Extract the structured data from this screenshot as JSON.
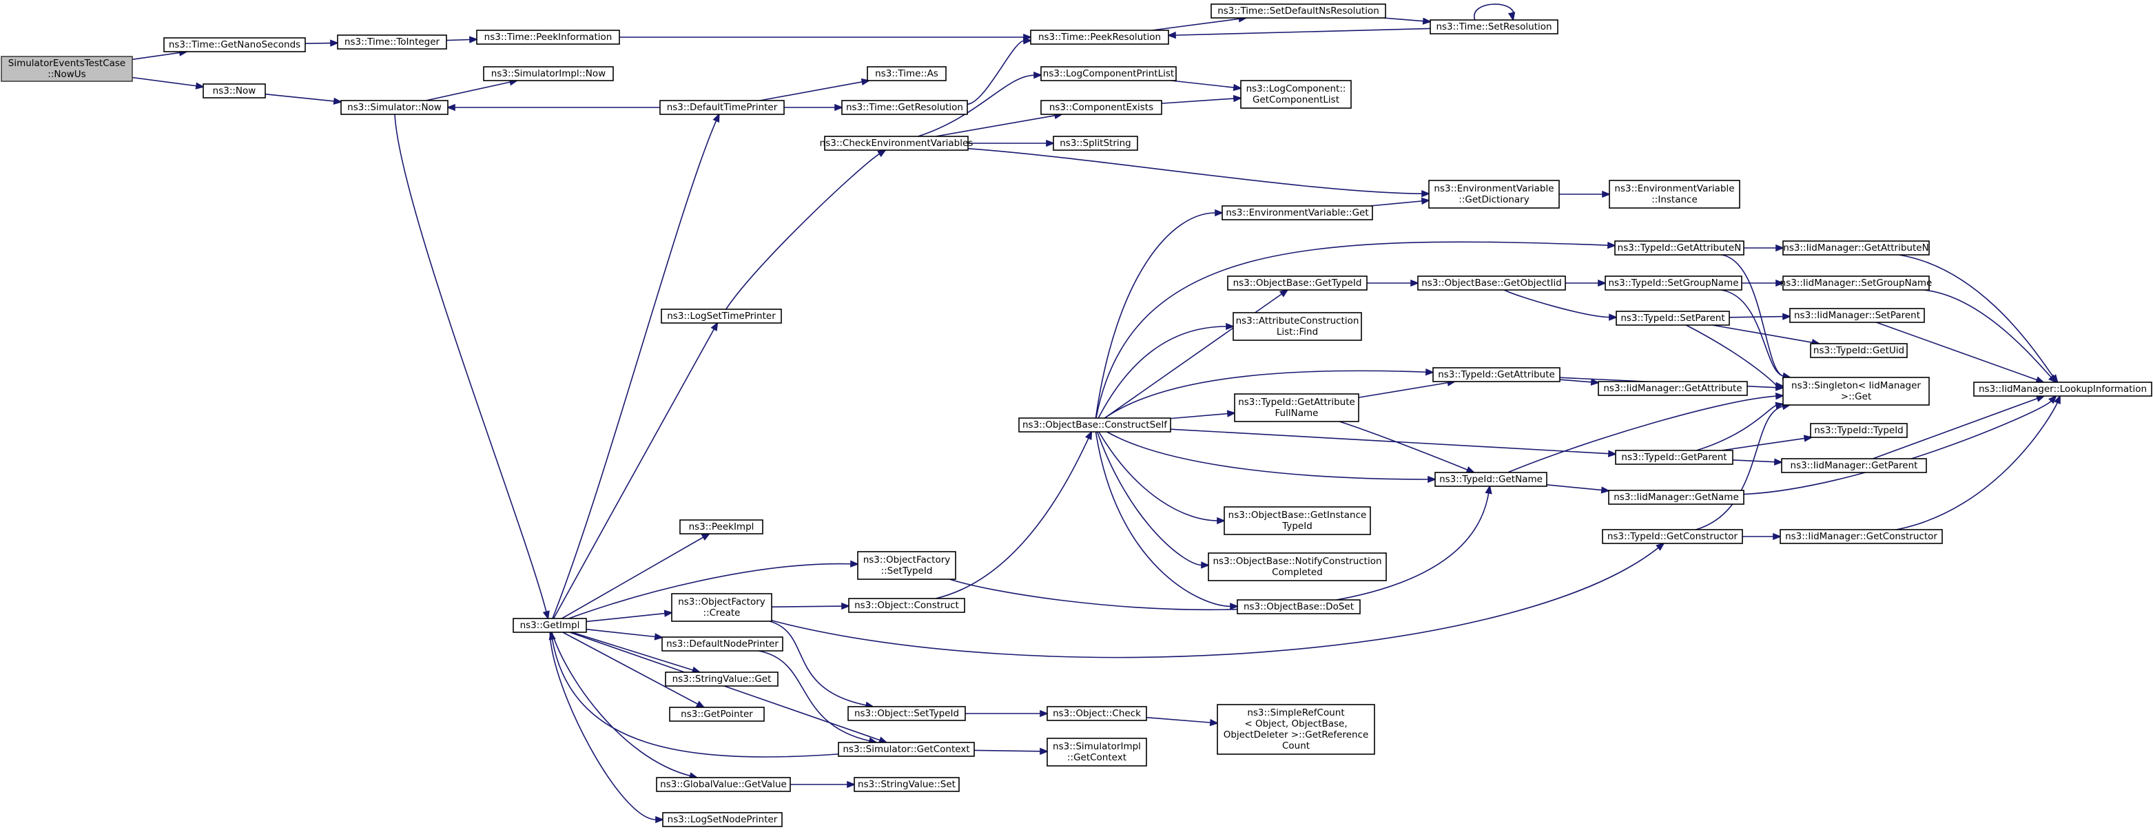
{
  "graph": {
    "nodes": [
      {
        "id": "root",
        "lines": [
          "SimulatorEventsTestCase",
          "::NowUs"
        ]
      },
      {
        "id": "getnanoseconds",
        "lines": [
          "ns3::Time::GetNanoSeconds"
        ]
      },
      {
        "id": "now",
        "lines": [
          "ns3::Now"
        ]
      },
      {
        "id": "tointeger",
        "lines": [
          "ns3::Time::ToInteger"
        ]
      },
      {
        "id": "peekinformation",
        "lines": [
          "ns3::Time::PeekInformation"
        ]
      },
      {
        "id": "peekresolution",
        "lines": [
          "ns3::Time::PeekResolution"
        ]
      },
      {
        "id": "setdefaultnsres",
        "lines": [
          "ns3::Time::SetDefaultNsResolution"
        ]
      },
      {
        "id": "setresolution",
        "lines": [
          "ns3::Time::SetResolution"
        ]
      },
      {
        "id": "simimplnow",
        "lines": [
          "ns3::SimulatorImpl::Now"
        ]
      },
      {
        "id": "simulatornow",
        "lines": [
          "ns3::Simulator::Now"
        ]
      },
      {
        "id": "defaulttimeprinter",
        "lines": [
          "ns3::DefaultTimePrinter"
        ]
      },
      {
        "id": "timeas",
        "lines": [
          "ns3::Time::As"
        ]
      },
      {
        "id": "getresolution",
        "lines": [
          "ns3::Time::GetResolution"
        ]
      },
      {
        "id": "logcompprintlist",
        "lines": [
          "ns3::LogComponentPrintList"
        ]
      },
      {
        "id": "logcompgetlist",
        "lines": [
          "ns3::LogComponent::",
          "GetComponentList"
        ]
      },
      {
        "id": "componentexists",
        "lines": [
          "ns3::ComponentExists"
        ]
      },
      {
        "id": "checkenvvars",
        "lines": [
          "ns3::CheckEnvironmentVariables"
        ]
      },
      {
        "id": "splitstring",
        "lines": [
          "ns3::SplitString"
        ]
      },
      {
        "id": "envvarget",
        "lines": [
          "ns3::EnvironmentVariable::Get"
        ]
      },
      {
        "id": "envvargetdict",
        "lines": [
          "ns3::EnvironmentVariable",
          "::GetDictionary"
        ]
      },
      {
        "id": "envvarinstance",
        "lines": [
          "ns3::EnvironmentVariable",
          "::Instance"
        ]
      },
      {
        "id": "typeidgetattrn",
        "lines": [
          "ns3::TypeId::GetAttributeN"
        ]
      },
      {
        "id": "iidgetattrn",
        "lines": [
          "ns3::IidManager::GetAttributeN"
        ]
      },
      {
        "id": "objbasegettypeid",
        "lines": [
          "ns3::ObjectBase::GetTypeId"
        ]
      },
      {
        "id": "objbasegetobjtid",
        "lines": [
          "ns3::ObjectBase::GetObjectIid"
        ]
      },
      {
        "id": "typeidsetgroup",
        "lines": [
          "ns3::TypeId::SetGroupName"
        ]
      },
      {
        "id": "iidsetgroup",
        "lines": [
          "ns3::IidManager::SetGroupName"
        ]
      },
      {
        "id": "attrconstrfind",
        "lines": [
          "ns3::AttributeConstruction",
          "List::Find"
        ]
      },
      {
        "id": "typeidsetparent",
        "lines": [
          "ns3::TypeId::SetParent"
        ]
      },
      {
        "id": "iidsetparent",
        "lines": [
          "ns3::IidManager::SetParent"
        ]
      },
      {
        "id": "typeidgetuid",
        "lines": [
          "ns3::TypeId::GetUid"
        ]
      },
      {
        "id": "logsettimeprinter",
        "lines": [
          "ns3::LogSetTimePrinter"
        ]
      },
      {
        "id": "typeidgetattr",
        "lines": [
          "ns3::TypeId::GetAttribute"
        ]
      },
      {
        "id": "iidgetattr",
        "lines": [
          "ns3::IidManager::GetAttribute"
        ]
      },
      {
        "id": "singletonget",
        "lines": [
          "ns3::Singleton< IidManager",
          ">::Get"
        ]
      },
      {
        "id": "lookupinfo",
        "lines": [
          "ns3::IidManager::LookupInformation"
        ]
      },
      {
        "id": "typeidgetattrfull",
        "lines": [
          "ns3::TypeId::GetAttribute",
          "FullName"
        ]
      },
      {
        "id": "constructself",
        "lines": [
          "ns3::ObjectBase::ConstructSelf"
        ]
      },
      {
        "id": "typeidgetparent",
        "lines": [
          "ns3::TypeId::GetParent"
        ]
      },
      {
        "id": "typeidtypeid",
        "lines": [
          "ns3::TypeId::TypeId"
        ]
      },
      {
        "id": "iidgetparent",
        "lines": [
          "ns3::IidManager::GetParent"
        ]
      },
      {
        "id": "typeidgetname",
        "lines": [
          "ns3::TypeId::GetName"
        ]
      },
      {
        "id": "iidgetname",
        "lines": [
          "ns3::IidManager::GetName"
        ]
      },
      {
        "id": "objbasegetinst",
        "lines": [
          "ns3::ObjectBase::GetInstance",
          "TypeId"
        ]
      },
      {
        "id": "peekimpl",
        "lines": [
          "ns3::PeekImpl"
        ]
      },
      {
        "id": "typeidgetctor",
        "lines": [
          "ns3::TypeId::GetConstructor"
        ]
      },
      {
        "id": "iidgetctor",
        "lines": [
          "ns3::IidManager::GetConstructor"
        ]
      },
      {
        "id": "objfactsettypeid",
        "lines": [
          "ns3::ObjectFactory",
          "::SetTypeId"
        ]
      },
      {
        "id": "notifyconstr",
        "lines": [
          "ns3::ObjectBase::NotifyConstruction",
          "Completed"
        ]
      },
      {
        "id": "objfactcreate",
        "lines": [
          "ns3::ObjectFactory",
          "::Create"
        ]
      },
      {
        "id": "objectconstruct",
        "lines": [
          "ns3::Object::Construct"
        ]
      },
      {
        "id": "doset",
        "lines": [
          "ns3::ObjectBase::DoSet"
        ]
      },
      {
        "id": "getimpl",
        "lines": [
          "ns3::GetImpl"
        ]
      },
      {
        "id": "defaultnodeprinter",
        "lines": [
          "ns3::DefaultNodePrinter"
        ]
      },
      {
        "id": "stringvalueget",
        "lines": [
          "ns3::StringValue::Get"
        ]
      },
      {
        "id": "getpointer",
        "lines": [
          "ns3::GetPointer"
        ]
      },
      {
        "id": "objsettypeid",
        "lines": [
          "ns3::Object::SetTypeId"
        ]
      },
      {
        "id": "objcheck",
        "lines": [
          "ns3::Object::Check"
        ]
      },
      {
        "id": "simplerefcount",
        "lines": [
          "ns3::SimpleRefCount",
          "< Object, ObjectBase,",
          "ObjectDeleter >::GetReference",
          "Count"
        ]
      },
      {
        "id": "simgetcontext",
        "lines": [
          "ns3::Simulator::GetContext"
        ]
      },
      {
        "id": "simimplgetcontext",
        "lines": [
          "ns3::SimulatorImpl",
          "::GetContext"
        ]
      },
      {
        "id": "globalvalueget",
        "lines": [
          "ns3::GlobalValue::GetValue"
        ]
      },
      {
        "id": "stringvalueset",
        "lines": [
          "ns3::StringValue::Set"
        ]
      },
      {
        "id": "logsetnodeprinter",
        "lines": [
          "ns3::LogSetNodePrinter"
        ]
      }
    ],
    "edges": [
      [
        "root",
        "getnanoseconds"
      ],
      [
        "root",
        "now"
      ],
      [
        "getnanoseconds",
        "tointeger"
      ],
      [
        "tointeger",
        "peekinformation"
      ],
      [
        "peekinformation",
        "peekresolution"
      ],
      [
        "peekresolution",
        "setdefaultnsres"
      ],
      [
        "setdefaultnsres",
        "setresolution"
      ],
      [
        "setresolution",
        "peekresolution"
      ],
      [
        "setresolution",
        "setresolution"
      ],
      [
        "now",
        "simulatornow"
      ],
      [
        "simulatornow",
        "simimplnow"
      ],
      [
        "simulatornow",
        "getimpl"
      ],
      [
        "defaulttimeprinter",
        "simulatornow"
      ],
      [
        "defaulttimeprinter",
        "timeas"
      ],
      [
        "defaulttimeprinter",
        "getresolution"
      ],
      [
        "getresolution",
        "peekresolution"
      ],
      [
        "checkenvvars",
        "logcompprintlist"
      ],
      [
        "checkenvvars",
        "componentexists"
      ],
      [
        "checkenvvars",
        "splitstring"
      ],
      [
        "checkenvvars",
        "envvargetdict"
      ],
      [
        "logcompprintlist",
        "logcompgetlist"
      ],
      [
        "componentexists",
        "logcompgetlist"
      ],
      [
        "envvarget",
        "envvargetdict"
      ],
      [
        "envvargetdict",
        "envvarinstance"
      ],
      [
        "getimpl",
        "defaulttimeprinter"
      ],
      [
        "getimpl",
        "logsettimeprinter"
      ],
      [
        "getimpl",
        "peekimpl"
      ],
      [
        "getimpl",
        "objfactsettypeid"
      ],
      [
        "getimpl",
        "objfactcreate"
      ],
      [
        "getimpl",
        "defaultnodeprinter"
      ],
      [
        "getimpl",
        "stringvalueget"
      ],
      [
        "getimpl",
        "getpointer"
      ],
      [
        "getimpl",
        "simgetcontext"
      ],
      [
        "getimpl",
        "globalvalueget"
      ],
      [
        "getimpl",
        "logsetnodeprinter"
      ],
      [
        "logsettimeprinter",
        "checkenvvars"
      ],
      [
        "objfactsettypeid",
        "typeidgetname"
      ],
      [
        "objfactcreate",
        "objectconstruct"
      ],
      [
        "objfactcreate",
        "objsettypeid"
      ],
      [
        "objfactcreate",
        "typeidgetctor"
      ],
      [
        "objectconstruct",
        "constructself"
      ],
      [
        "constructself",
        "envvarget"
      ],
      [
        "constructself",
        "typeidgetattrn"
      ],
      [
        "constructself",
        "objbasegettypeid"
      ],
      [
        "constructself",
        "attrconstrfind"
      ],
      [
        "constructself",
        "typeidgetattr"
      ],
      [
        "constructself",
        "typeidgetattrfull"
      ],
      [
        "constructself",
        "typeidgetparent"
      ],
      [
        "constructself",
        "typeidgetname"
      ],
      [
        "constructself",
        "objbasegetinst"
      ],
      [
        "constructself",
        "notifyconstr"
      ],
      [
        "constructself",
        "doset"
      ],
      [
        "objbasegettypeid",
        "objbasegetobjtid"
      ],
      [
        "objbasegetobjtid",
        "typeidsetgroup"
      ],
      [
        "objbasegetobjtid",
        "typeidsetparent"
      ],
      [
        "typeidgetattrn",
        "iidgetattrn"
      ],
      [
        "typeidgetattrn",
        "singletonget"
      ],
      [
        "typeidsetgroup",
        "iidsetgroup"
      ],
      [
        "typeidsetgroup",
        "singletonget"
      ],
      [
        "typeidsetparent",
        "iidsetparent"
      ],
      [
        "typeidsetparent",
        "typeidgetuid"
      ],
      [
        "typeidsetparent",
        "singletonget"
      ],
      [
        "typeidgetattr",
        "iidgetattr"
      ],
      [
        "typeidgetattr",
        "singletonget"
      ],
      [
        "typeidgetattrfull",
        "typeidgetattr"
      ],
      [
        "typeidgetattrfull",
        "typeidgetname"
      ],
      [
        "typeidgetparent",
        "typeidtypeid"
      ],
      [
        "typeidgetparent",
        "iidgetparent"
      ],
      [
        "typeidgetparent",
        "singletonget"
      ],
      [
        "typeidgetname",
        "singletonget"
      ],
      [
        "typeidgetname",
        "iidgetname"
      ],
      [
        "typeidgetctor",
        "iidgetctor"
      ],
      [
        "typeidgetctor",
        "singletonget"
      ],
      [
        "iidgetattrn",
        "lookupinfo"
      ],
      [
        "iidsetgroup",
        "lookupinfo"
      ],
      [
        "iidsetparent",
        "lookupinfo"
      ],
      [
        "iidgetparent",
        "lookupinfo"
      ],
      [
        "iidgetname",
        "lookupinfo"
      ],
      [
        "iidgetctor",
        "lookupinfo"
      ],
      [
        "objsettypeid",
        "objcheck"
      ],
      [
        "objcheck",
        "simplerefcount"
      ],
      [
        "simgetcontext",
        "simimplgetcontext"
      ],
      [
        "simgetcontext",
        "getimpl"
      ],
      [
        "globalvalueget",
        "stringvalueset"
      ],
      [
        "defaultnodeprinter",
        "simgetcontext"
      ]
    ]
  }
}
